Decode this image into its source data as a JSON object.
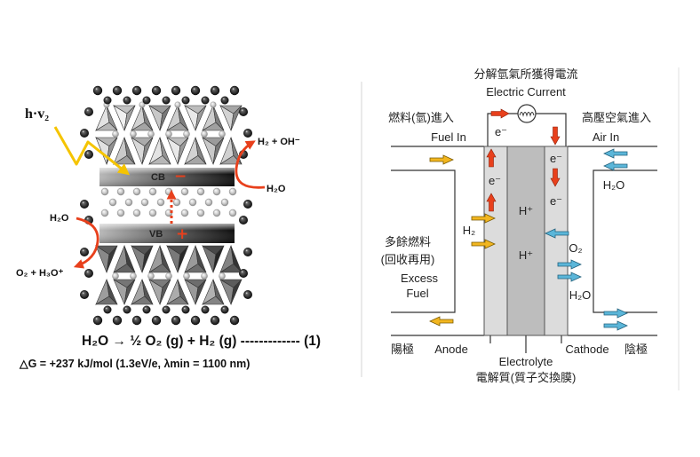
{
  "left_panel": {
    "photon_label": "h·v₂",
    "cb_label": "CB",
    "cb_sign": "−",
    "vb_label": "VB",
    "vb_sign": "+",
    "cb_product": "H₂ + OH⁻",
    "cb_reactant": "H₂O",
    "vb_reactant": "H₂O",
    "vb_product": "O₂ + H₃O⁺",
    "equation": "H₂O → ½ O₂ (g) + H₂ (g) ------------- (1)",
    "free_energy": "△G = +237 kJ/mol (1.3eV/e, λmin = 1100 nm)"
  },
  "right_panel": {
    "current_label_zh": "分解氫氣所獲得電流",
    "current_label_en": "Electric Current",
    "fuel_in_zh": "燃料(氫)進入",
    "fuel_in_en": "Fuel In",
    "air_in_zh": "高壓空氣進入",
    "air_in_en": "Air In",
    "electron": "e⁻",
    "proton": "H⁺",
    "hydrogen": "H₂",
    "oxygen": "O₂",
    "water": "H₂O",
    "excess_fuel_zh": "多餘燃料",
    "excess_fuel_zh_note": "(回收再用)",
    "excess_fuel_en_1": "Excess",
    "excess_fuel_en_2": "Fuel",
    "anode_zh": "陽極",
    "anode_en": "Anode",
    "cathode_en": "Cathode",
    "cathode_zh": "陰極",
    "electrolyte_en": "Electrolyte",
    "electrolyte_zh": "電解質(質子交換膜)"
  },
  "colors": {
    "accent_red": "#e8401c",
    "fuel_yellow": "#f2b61f",
    "air_blue": "#5bb6d9",
    "electrode_gray": "#dcdcdc",
    "electrolyte_gray": "#bdbdbd"
  }
}
